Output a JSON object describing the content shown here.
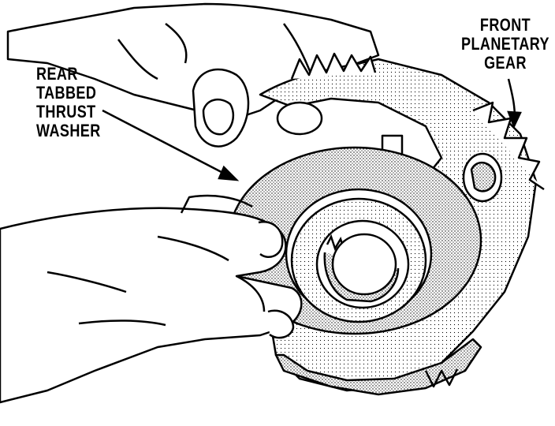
{
  "labels": {
    "front_planetary_gear": [
      "FRONT",
      "PLANETARY",
      "GEAR"
    ],
    "rear_tabbed_thrust_washer": [
      "REAR",
      "TABBED",
      "THRUST",
      "WASHER"
    ]
  }
}
